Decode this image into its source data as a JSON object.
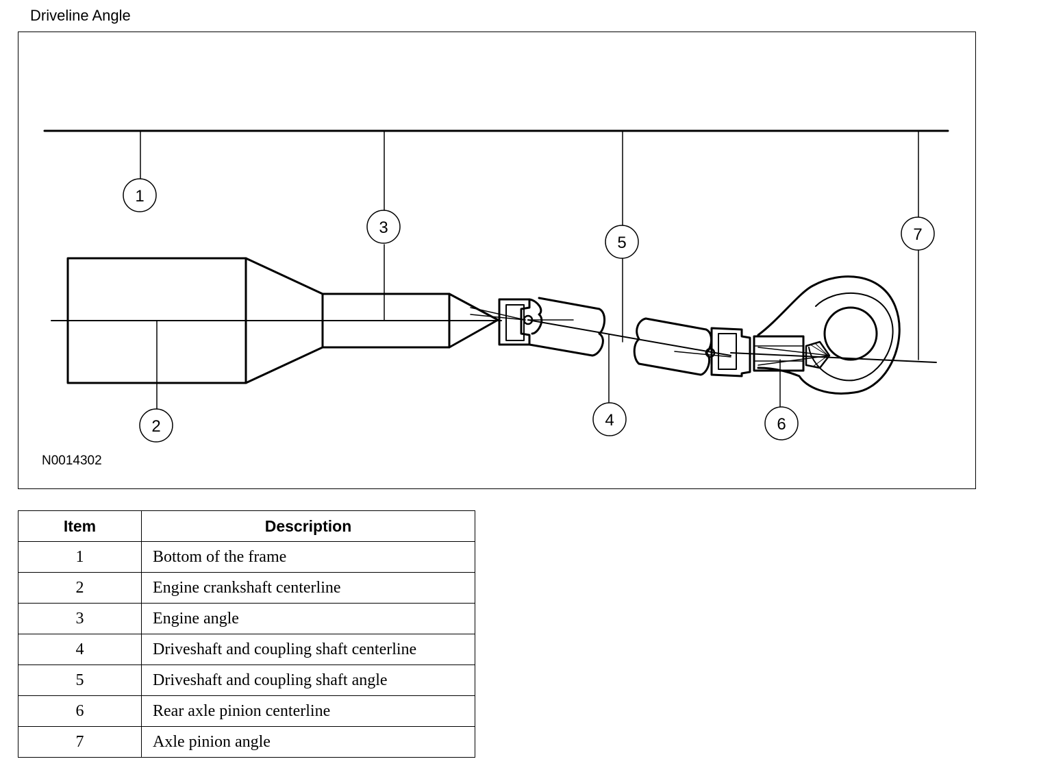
{
  "title": "Driveline Angle",
  "figure": {
    "code": "N0014302",
    "callouts": [
      "1",
      "2",
      "3",
      "4",
      "5",
      "6",
      "7"
    ]
  },
  "table": {
    "headers": {
      "item": "Item",
      "description": "Description"
    },
    "rows": [
      {
        "item": "1",
        "description": "Bottom of the frame"
      },
      {
        "item": "2",
        "description": "Engine crankshaft centerline"
      },
      {
        "item": "3",
        "description": "Engine angle"
      },
      {
        "item": "4",
        "description": "Driveshaft and coupling shaft centerline"
      },
      {
        "item": "5",
        "description": "Driveshaft and coupling shaft angle"
      },
      {
        "item": "6",
        "description": "Rear axle pinion centerline"
      },
      {
        "item": "7",
        "description": "Axle pinion angle"
      }
    ]
  }
}
